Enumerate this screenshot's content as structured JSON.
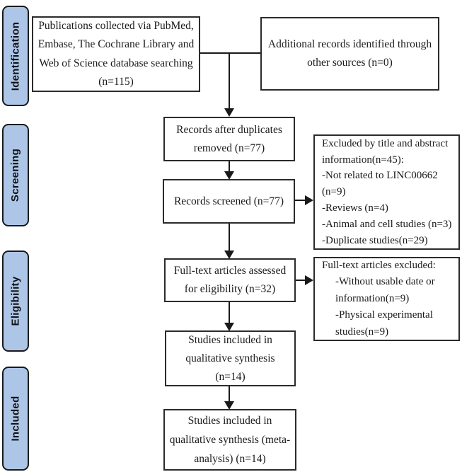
{
  "diagram": {
    "type": "prisma-flow",
    "stages": [
      {
        "id": "identification",
        "label": "Identification"
      },
      {
        "id": "screening",
        "label": "Screening"
      },
      {
        "id": "eligibility",
        "label": "Eligibility"
      },
      {
        "id": "included",
        "label": "Included"
      }
    ],
    "boxes": {
      "database_search": {
        "lines": [
          "Publications collected via PubMed,",
          "Embase, The Cochrane Library and",
          "Web of Science database searching",
          "(n=115)"
        ]
      },
      "additional_records": {
        "lines": [
          "Additional records identified through",
          "other sources (n=0)"
        ]
      },
      "duplicates_removed": {
        "lines": [
          "Records after duplicates",
          "removed (n=77)"
        ]
      },
      "records_screened": {
        "lines": [
          "Records screened (n=77)"
        ]
      },
      "excluded_title_abstract": {
        "lines": [
          "Excluded by title and abstract",
          "information(n=45):",
          "-Not related to LINC00662",
          "(n=9)",
          "-Reviews (n=4)",
          "-Animal and cell studies (n=3)",
          "-Duplicate studies(n=29)"
        ]
      },
      "fulltext_assessed": {
        "lines": [
          "Full-text articles assessed",
          "for eligibility (n=32)"
        ]
      },
      "fulltext_excluded": {
        "lines": [
          "Full-text articles excluded:",
          "-Without usable date or",
          "information(n=9)",
          "-Physical experimental",
          "studies(n=9)"
        ]
      },
      "qualitative_synthesis": {
        "lines": [
          "Studies included in",
          "qualitative synthesis",
          "(n=14)"
        ]
      },
      "meta_analysis": {
        "lines": [
          "Studies included in",
          "qualitative synthesis (meta-",
          "analysis) (n=14)"
        ]
      }
    },
    "colors": {
      "stage_fill": "#adc6e8",
      "stage_border": "#1a1a1a",
      "box_border": "#2b2b2b",
      "line": "#1a1a1a"
    }
  }
}
